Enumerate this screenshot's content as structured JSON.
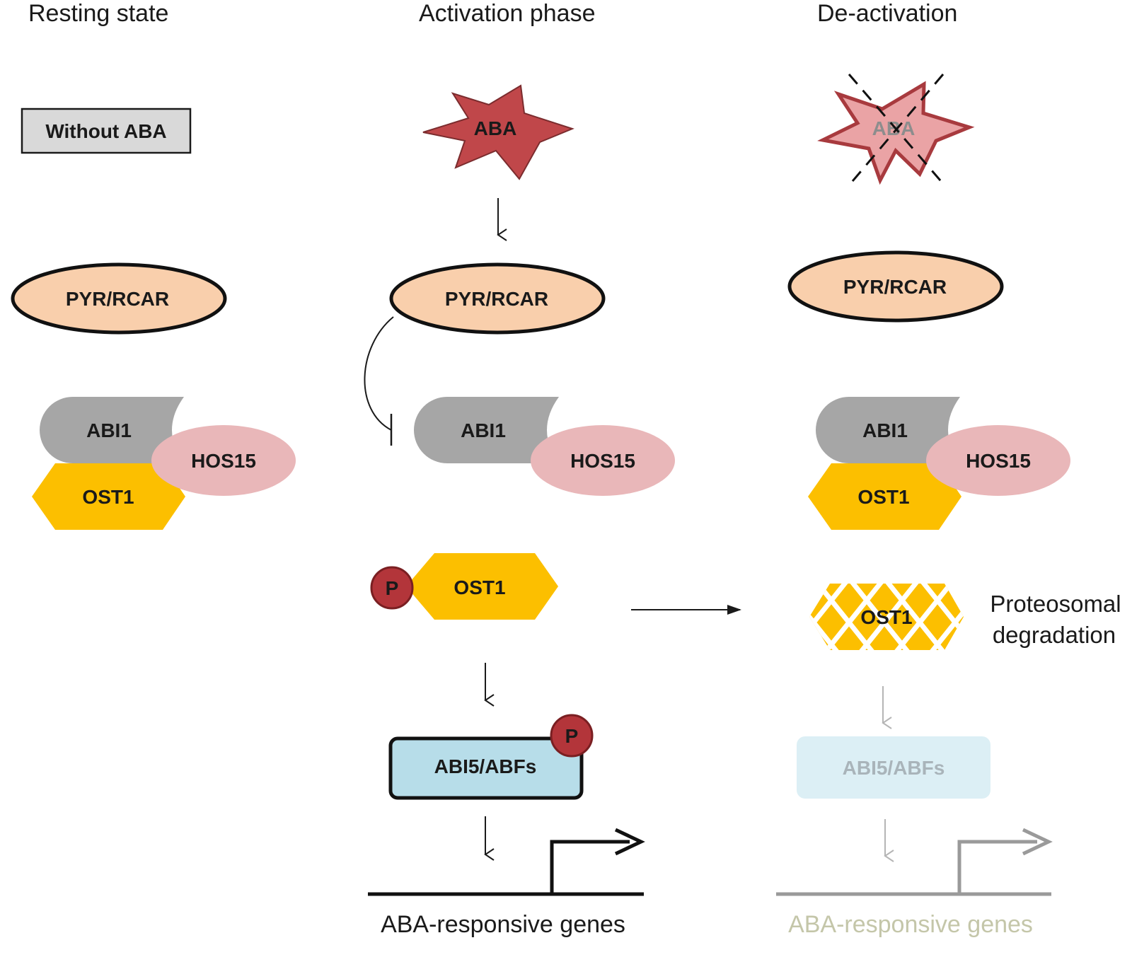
{
  "columns": {
    "resting": "Resting state",
    "activation": "Activation phase",
    "deactivation": "De-activation"
  },
  "resting": {
    "without_aba": "Without ABA",
    "receptor": "PYR/RCAR",
    "phosphatase": "ABI1",
    "e3": "HOS15",
    "kinase": "OST1"
  },
  "activation": {
    "hormone": "ABA",
    "receptor": "PYR/RCAR",
    "phosphatase": "ABI1",
    "e3": "HOS15",
    "phospho": "P",
    "kinase": "OST1",
    "tf": "ABI5/ABFs",
    "tf_phospho": "P",
    "genes": "ABA-responsive genes"
  },
  "deactivation": {
    "hormone": "ABA",
    "receptor": "PYR/RCAR",
    "phosphatase": "ABI1",
    "e3": "HOS15",
    "kinase": "OST1",
    "degraded_kinase": "OST1",
    "degradation_note_line1": "Proteosomal",
    "degradation_note_line2": "degradation",
    "tf": "ABI5/ABFs",
    "genes": "ABA-responsive genes"
  },
  "colors": {
    "receptor_fill": "#f9cfac",
    "phosphatase_fill": "#a6a6a6",
    "e3_fill": "#e9b7b9",
    "kinase_fill": "#fcbf00",
    "aba_fill": "#c0474a",
    "aba_faded_fill": "#eaa3a5",
    "phospho_fill": "#b3353a",
    "tf_fill": "#b7dde9",
    "tf_faded_fill": "#dceff5"
  }
}
